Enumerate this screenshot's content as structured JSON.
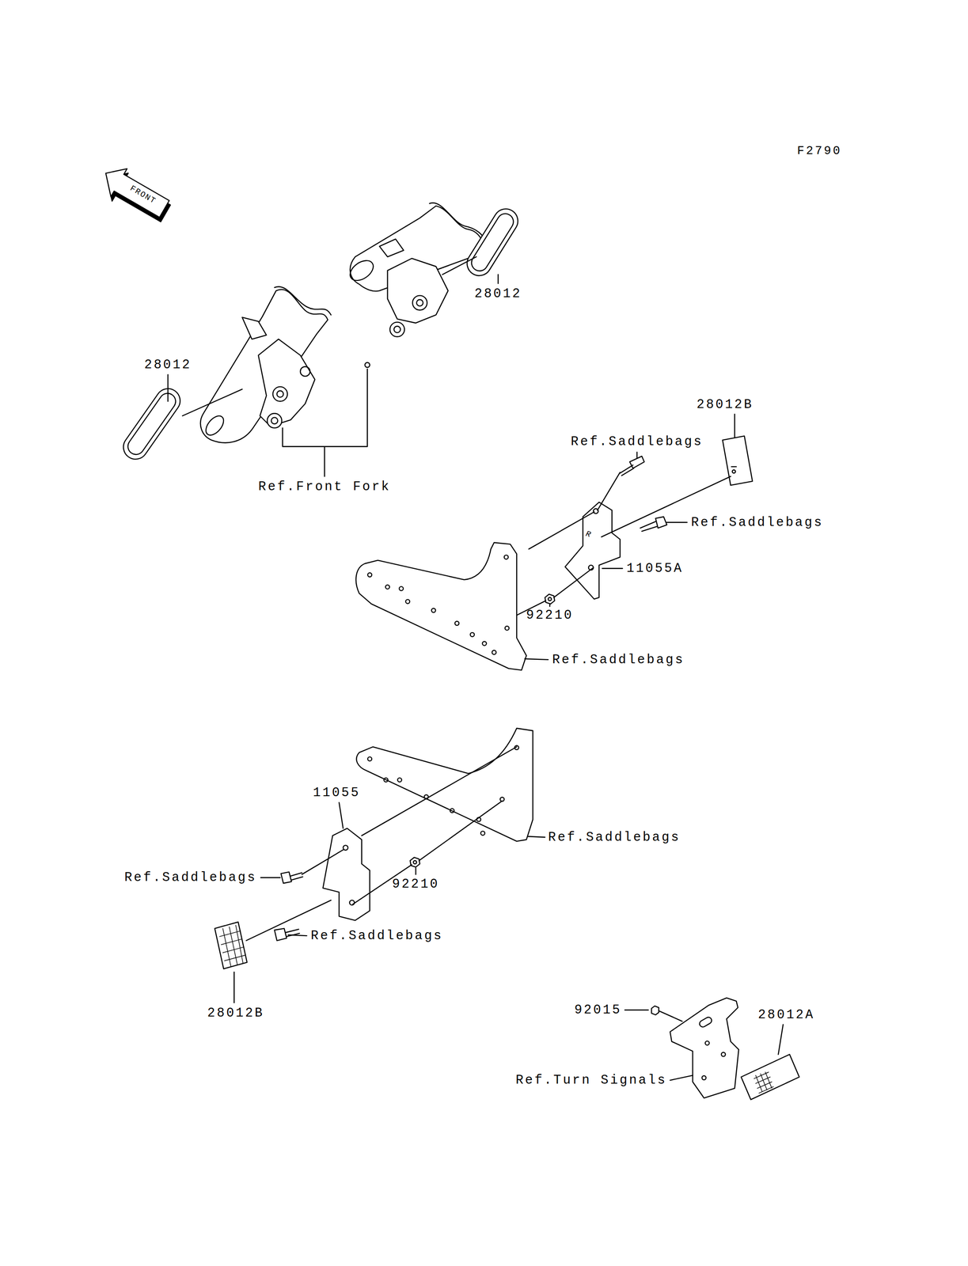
{
  "diagram": {
    "labels": [
      "F2790",
      "FRONT",
      "28012",
      "28012",
      "Ref.Front Fork",
      "28012B",
      "Ref.Saddlebags",
      "R",
      "Ref.Saddlebags",
      "11055A",
      "92210",
      "Ref.Saddlebags",
      "11055",
      "Ref.Saddlebags",
      "Ref.Saddlebags",
      "92210",
      "Ref.Saddlebags",
      "28012B",
      "92015",
      "28012A",
      "Ref.Turn Signals"
    ]
  }
}
